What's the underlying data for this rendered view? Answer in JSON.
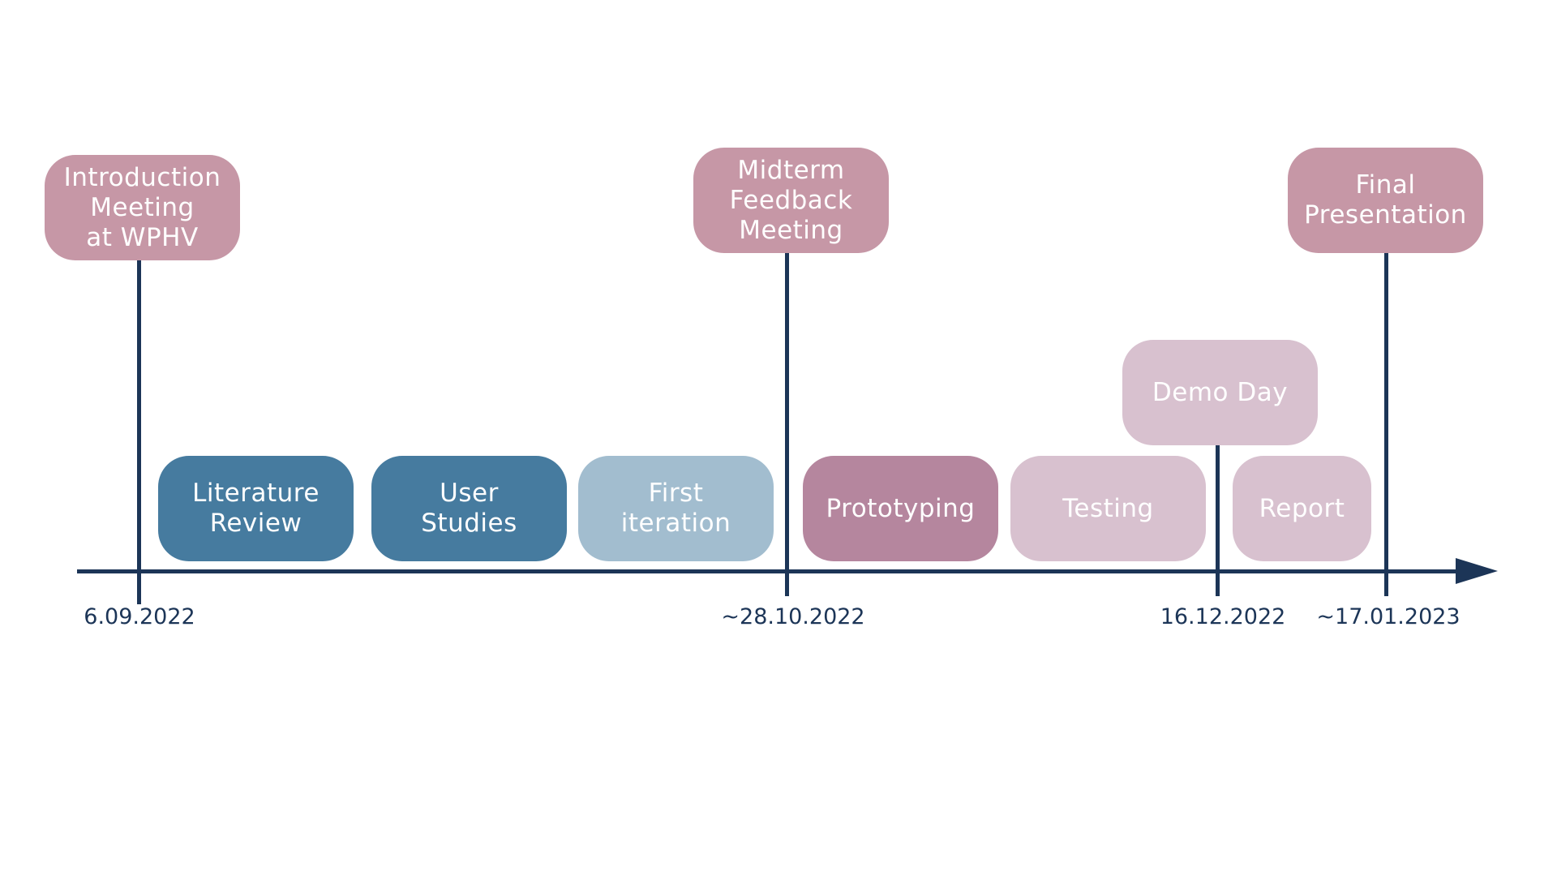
{
  "colors": {
    "axis": "#1c3557",
    "milestone": "#c697a6",
    "phase_dark_blue": "#467b9f",
    "phase_light_blue": "#a2bdcf",
    "phase_mauve": "#b5869e",
    "phase_light_pink": "#d8c1cf"
  },
  "milestones": {
    "introduction": "Introduction\nMeeting\nat WPHV",
    "midterm": "Midterm\nFeedback\nMeeting",
    "final": "Final\nPresentation",
    "demo_day": "Demo Day"
  },
  "phases": {
    "literature_review": "Literature\nReview",
    "user_studies": "User\nStudies",
    "first_iteration": "First\niteration",
    "prototyping": "Prototyping",
    "testing": "Testing",
    "report": "Report"
  },
  "dates": {
    "start": "6.09.2022",
    "midterm": "~28.10.2022",
    "demo": "16.12.2022",
    "final": "~17.01.2023"
  }
}
